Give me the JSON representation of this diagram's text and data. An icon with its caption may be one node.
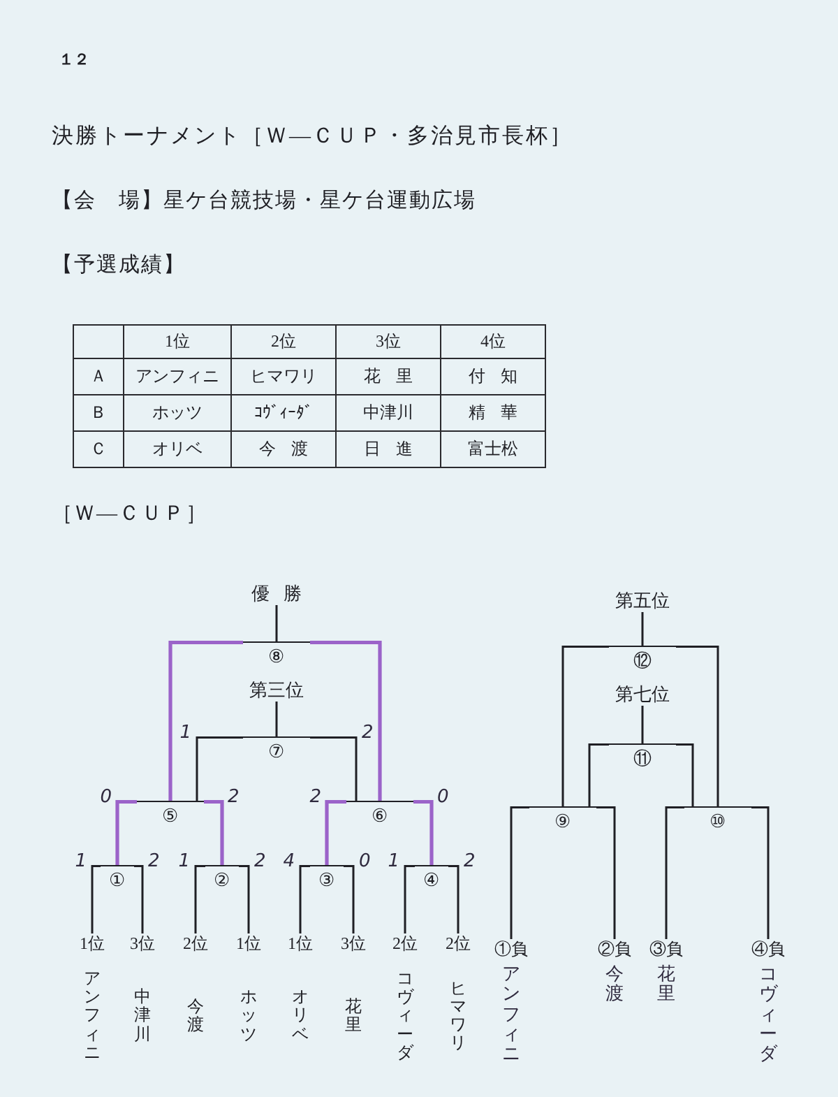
{
  "diagram": {
    "title": "決勝トーナメント［Ｗ―ＣＵＰ・多治見市長杯］",
    "nodes": [
      {
        "text": [
          "優勝"
        ]
      },
      {
        "text": [
          "⑧"
        ]
      },
      {
        "text": [
          "第三位"
        ]
      },
      {
        "text": [
          "⑦"
        ]
      },
      {
        "text": [
          "⑤"
        ]
      },
      {
        "text": [
          "⑥"
        ]
      },
      {
        "text": [
          "①"
        ]
      },
      {
        "text": [
          "②"
        ]
      },
      {
        "text": [
          "③"
        ]
      },
      {
        "text": [
          "④"
        ]
      },
      {
        "text": [
          "1位",
          "アンフィニ"
        ]
      },
      {
        "text": [
          "3位",
          "中津川"
        ]
      },
      {
        "text": [
          "2位",
          "今渡"
        ]
      },
      {
        "text": [
          "1位",
          "ホッツ"
        ]
      },
      {
        "text": [
          "1位",
          "オリベ"
        ]
      },
      {
        "text": [
          "3位",
          "花里"
        ]
      },
      {
        "text": [
          "2位",
          "コヴィーダ"
        ]
      },
      {
        "text": [
          "2位",
          "ヒマワリ"
        ]
      },
      {
        "text": [
          "第五位"
        ]
      },
      {
        "text": [
          "⑫"
        ]
      },
      {
        "text": [
          "第七位"
        ]
      },
      {
        "text": [
          "⑪"
        ]
      },
      {
        "text": [
          "⑨"
        ]
      },
      {
        "text": [
          "⑩"
        ]
      },
      {
        "text": [
          "①負",
          "アンフィニ"
        ]
      },
      {
        "text": [
          "②負",
          "今渡"
        ]
      },
      {
        "text": [
          "③負",
          "花里"
        ]
      },
      {
        "text": [
          "④負",
          "コヴィーダ"
        ]
      }
    ],
    "edges": [
      {
        "from": 1,
        "to": 0,
        "arrow": "none"
      },
      {
        "from": 3,
        "to": 2,
        "arrow": "none"
      },
      {
        "from": 4,
        "to": 1,
        "arrow": "none",
        "color": "#9b63c9"
      },
      {
        "from": 5,
        "to": 1,
        "arrow": "none",
        "color": "#9b63c9"
      },
      {
        "from": 4,
        "to": 3,
        "arrow": "none",
        "label": "1"
      },
      {
        "from": 5,
        "to": 3,
        "arrow": "none",
        "label": "2"
      },
      {
        "from": 6,
        "to": 4,
        "arrow": "none",
        "label": "0",
        "color": "#9b63c9"
      },
      {
        "from": 7,
        "to": 4,
        "arrow": "none",
        "label": "2",
        "color": "#9b63c9"
      },
      {
        "from": 8,
        "to": 5,
        "arrow": "none",
        "label": "2",
        "color": "#9b63c9"
      },
      {
        "from": 9,
        "to": 5,
        "arrow": "none",
        "label": "0",
        "color": "#9b63c9"
      },
      {
        "from": 10,
        "to": 6,
        "arrow": "none",
        "label": "1"
      },
      {
        "from": 11,
        "to": 6,
        "arrow": "none",
        "label": "2"
      },
      {
        "from": 12,
        "to": 7,
        "arrow": "none",
        "label": "1"
      },
      {
        "from": 13,
        "to": 7,
        "arrow": "none",
        "label": "2"
      },
      {
        "from": 14,
        "to": 8,
        "arrow": "none",
        "label": "4"
      },
      {
        "from": 15,
        "to": 8,
        "arrow": "none",
        "label": "0"
      },
      {
        "from": 16,
        "to": 9,
        "arrow": "none",
        "label": "1"
      },
      {
        "from": 17,
        "to": 9,
        "arrow": "none",
        "label": "2"
      },
      {
        "from": 19,
        "to": 18,
        "arrow": "none"
      },
      {
        "from": 21,
        "to": 20,
        "arrow": "none"
      },
      {
        "from": 22,
        "to": 19,
        "arrow": "none"
      },
      {
        "from": 23,
        "to": 19,
        "arrow": "none"
      },
      {
        "from": 22,
        "to": 21,
        "arrow": "none"
      },
      {
        "from": 23,
        "to": 21,
        "arrow": "none"
      },
      {
        "from": 24,
        "to": 22,
        "arrow": "none"
      },
      {
        "from": 25,
        "to": 22,
        "arrow": "none"
      },
      {
        "from": 26,
        "to": 23,
        "arrow": "none"
      },
      {
        "from": 27,
        "to": 23,
        "arrow": "none"
      }
    ],
    "labels": [
      "１２",
      "【会　場】星ケ台競技場・星ケ台運動広場",
      "【予選成績】",
      "1位",
      "2位",
      "3位",
      "4位",
      "Ａ",
      "アンフィニ",
      "ヒマワリ",
      "花里",
      "付知",
      "Ｂ",
      "ホッツ",
      "ｺｳﾞｨｰﾀﾞ",
      "中津川",
      "精華",
      "Ｃ",
      "オリベ",
      "今渡",
      "日進",
      "富士松",
      "［Ｗ―ＣＵＰ］"
    ]
  }
}
